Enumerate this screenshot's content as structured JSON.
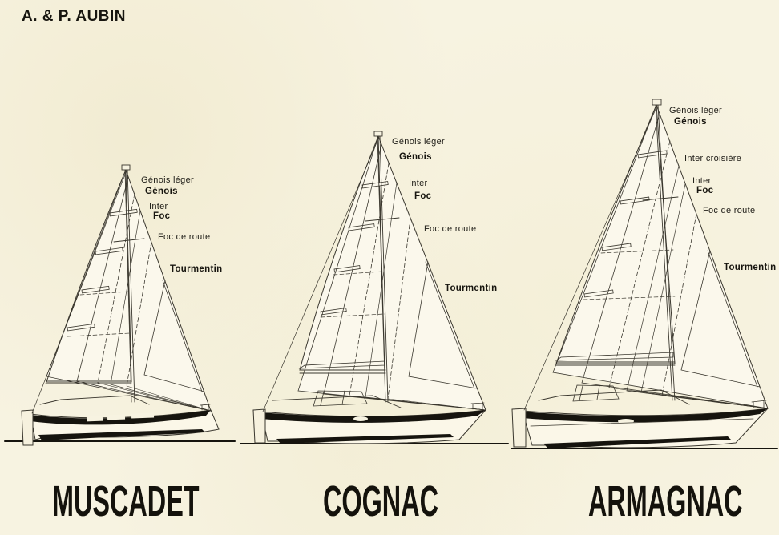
{
  "page": {
    "title": "A. & P. AUBIN",
    "background_color": "#f7f3e1",
    "ink_color": "#3a372e",
    "heavy_ink_color": "#16140e"
  },
  "boats": [
    {
      "name": "MUSCADET",
      "sail_labels": [
        {
          "text": "Génois léger",
          "bold": false
        },
        {
          "text": "Génois",
          "bold": true
        },
        {
          "text": "Inter",
          "bold": false
        },
        {
          "text": "Foc",
          "bold": true
        },
        {
          "text": "Foc de route",
          "bold": false
        },
        {
          "text": "Tourmentin",
          "bold": true
        }
      ]
    },
    {
      "name": "COGNAC",
      "sail_labels": [
        {
          "text": "Génois léger",
          "bold": false
        },
        {
          "text": "Génois",
          "bold": true
        },
        {
          "text": "Inter",
          "bold": false
        },
        {
          "text": "Foc",
          "bold": true
        },
        {
          "text": "Foc de route",
          "bold": false
        },
        {
          "text": "Tourmentin",
          "bold": true
        }
      ]
    },
    {
      "name": "ARMAGNAC",
      "sail_labels": [
        {
          "text": "Génois léger",
          "bold": false
        },
        {
          "text": "Génois",
          "bold": true
        },
        {
          "text": "Inter croisière",
          "bold": false
        },
        {
          "text": "Inter",
          "bold": false
        },
        {
          "text": "Foc",
          "bold": true
        },
        {
          "text": "Foc de route",
          "bold": false
        },
        {
          "text": "Tourmentin",
          "bold": true
        }
      ]
    }
  ]
}
